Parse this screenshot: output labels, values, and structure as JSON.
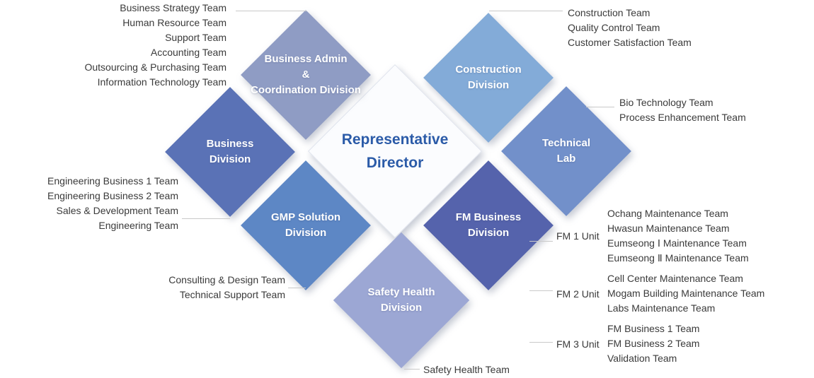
{
  "center": {
    "label": "Representative\nDirector",
    "text_color": "#2b5ba8"
  },
  "diamonds": {
    "business_admin": {
      "label": "Business Admin\n&\nCoordination Division",
      "color": "#8f9cc4"
    },
    "construction": {
      "label": "Construction\nDivision",
      "color": "#83abd8"
    },
    "business": {
      "label": "Business\nDivision",
      "color": "#5a72b6"
    },
    "technical_lab": {
      "label": "Technical\nLab",
      "color": "#7290ca"
    },
    "gmp_solution": {
      "label": "GMP Solution\nDivision",
      "color": "#5d87c5"
    },
    "fm_business": {
      "label": "FM Business\nDivision",
      "color": "#5563ac"
    },
    "safety_health": {
      "label": "Safety Health\nDivision",
      "color": "#9ca7d4"
    }
  },
  "team_groups": {
    "business_admin_teams": [
      "Business Strategy Team",
      "Human Resource Team",
      "Support Team",
      "Accounting Team",
      "Outsourcing & Purchasing Team",
      "Information Technology Team"
    ],
    "construction_teams": [
      "Construction Team",
      "Quality Control Team",
      "Customer Satisfaction Team"
    ],
    "technical_lab_teams": [
      "Bio Technology Team",
      "Process Enhancement Team"
    ],
    "business_teams": [
      "Engineering Business 1 Team",
      "Engineering Business 2 Team",
      "Sales & Development Team",
      "Engineering Team"
    ],
    "gmp_solution_teams": [
      "Consulting & Design Team",
      "Technical Support Team"
    ],
    "safety_health_teams": [
      "Safety Health Team"
    ],
    "fm_units": [
      {
        "label": "FM 1 Unit",
        "teams": [
          "Ochang Maintenance Team",
          "Hwasun Maintenance Team",
          "Eumseong Ⅰ Maintenance Team",
          "Eumseong Ⅱ Maintenance Team"
        ]
      },
      {
        "label": "FM 2 Unit",
        "teams": [
          "Cell Center Maintenance Team",
          "Mogam Building Maintenance Team",
          "Labs Maintenance Team"
        ]
      },
      {
        "label": "FM 3 Unit",
        "teams": [
          "FM Business 1 Team",
          "FM Business 2 Team",
          "Validation Team"
        ]
      }
    ]
  }
}
